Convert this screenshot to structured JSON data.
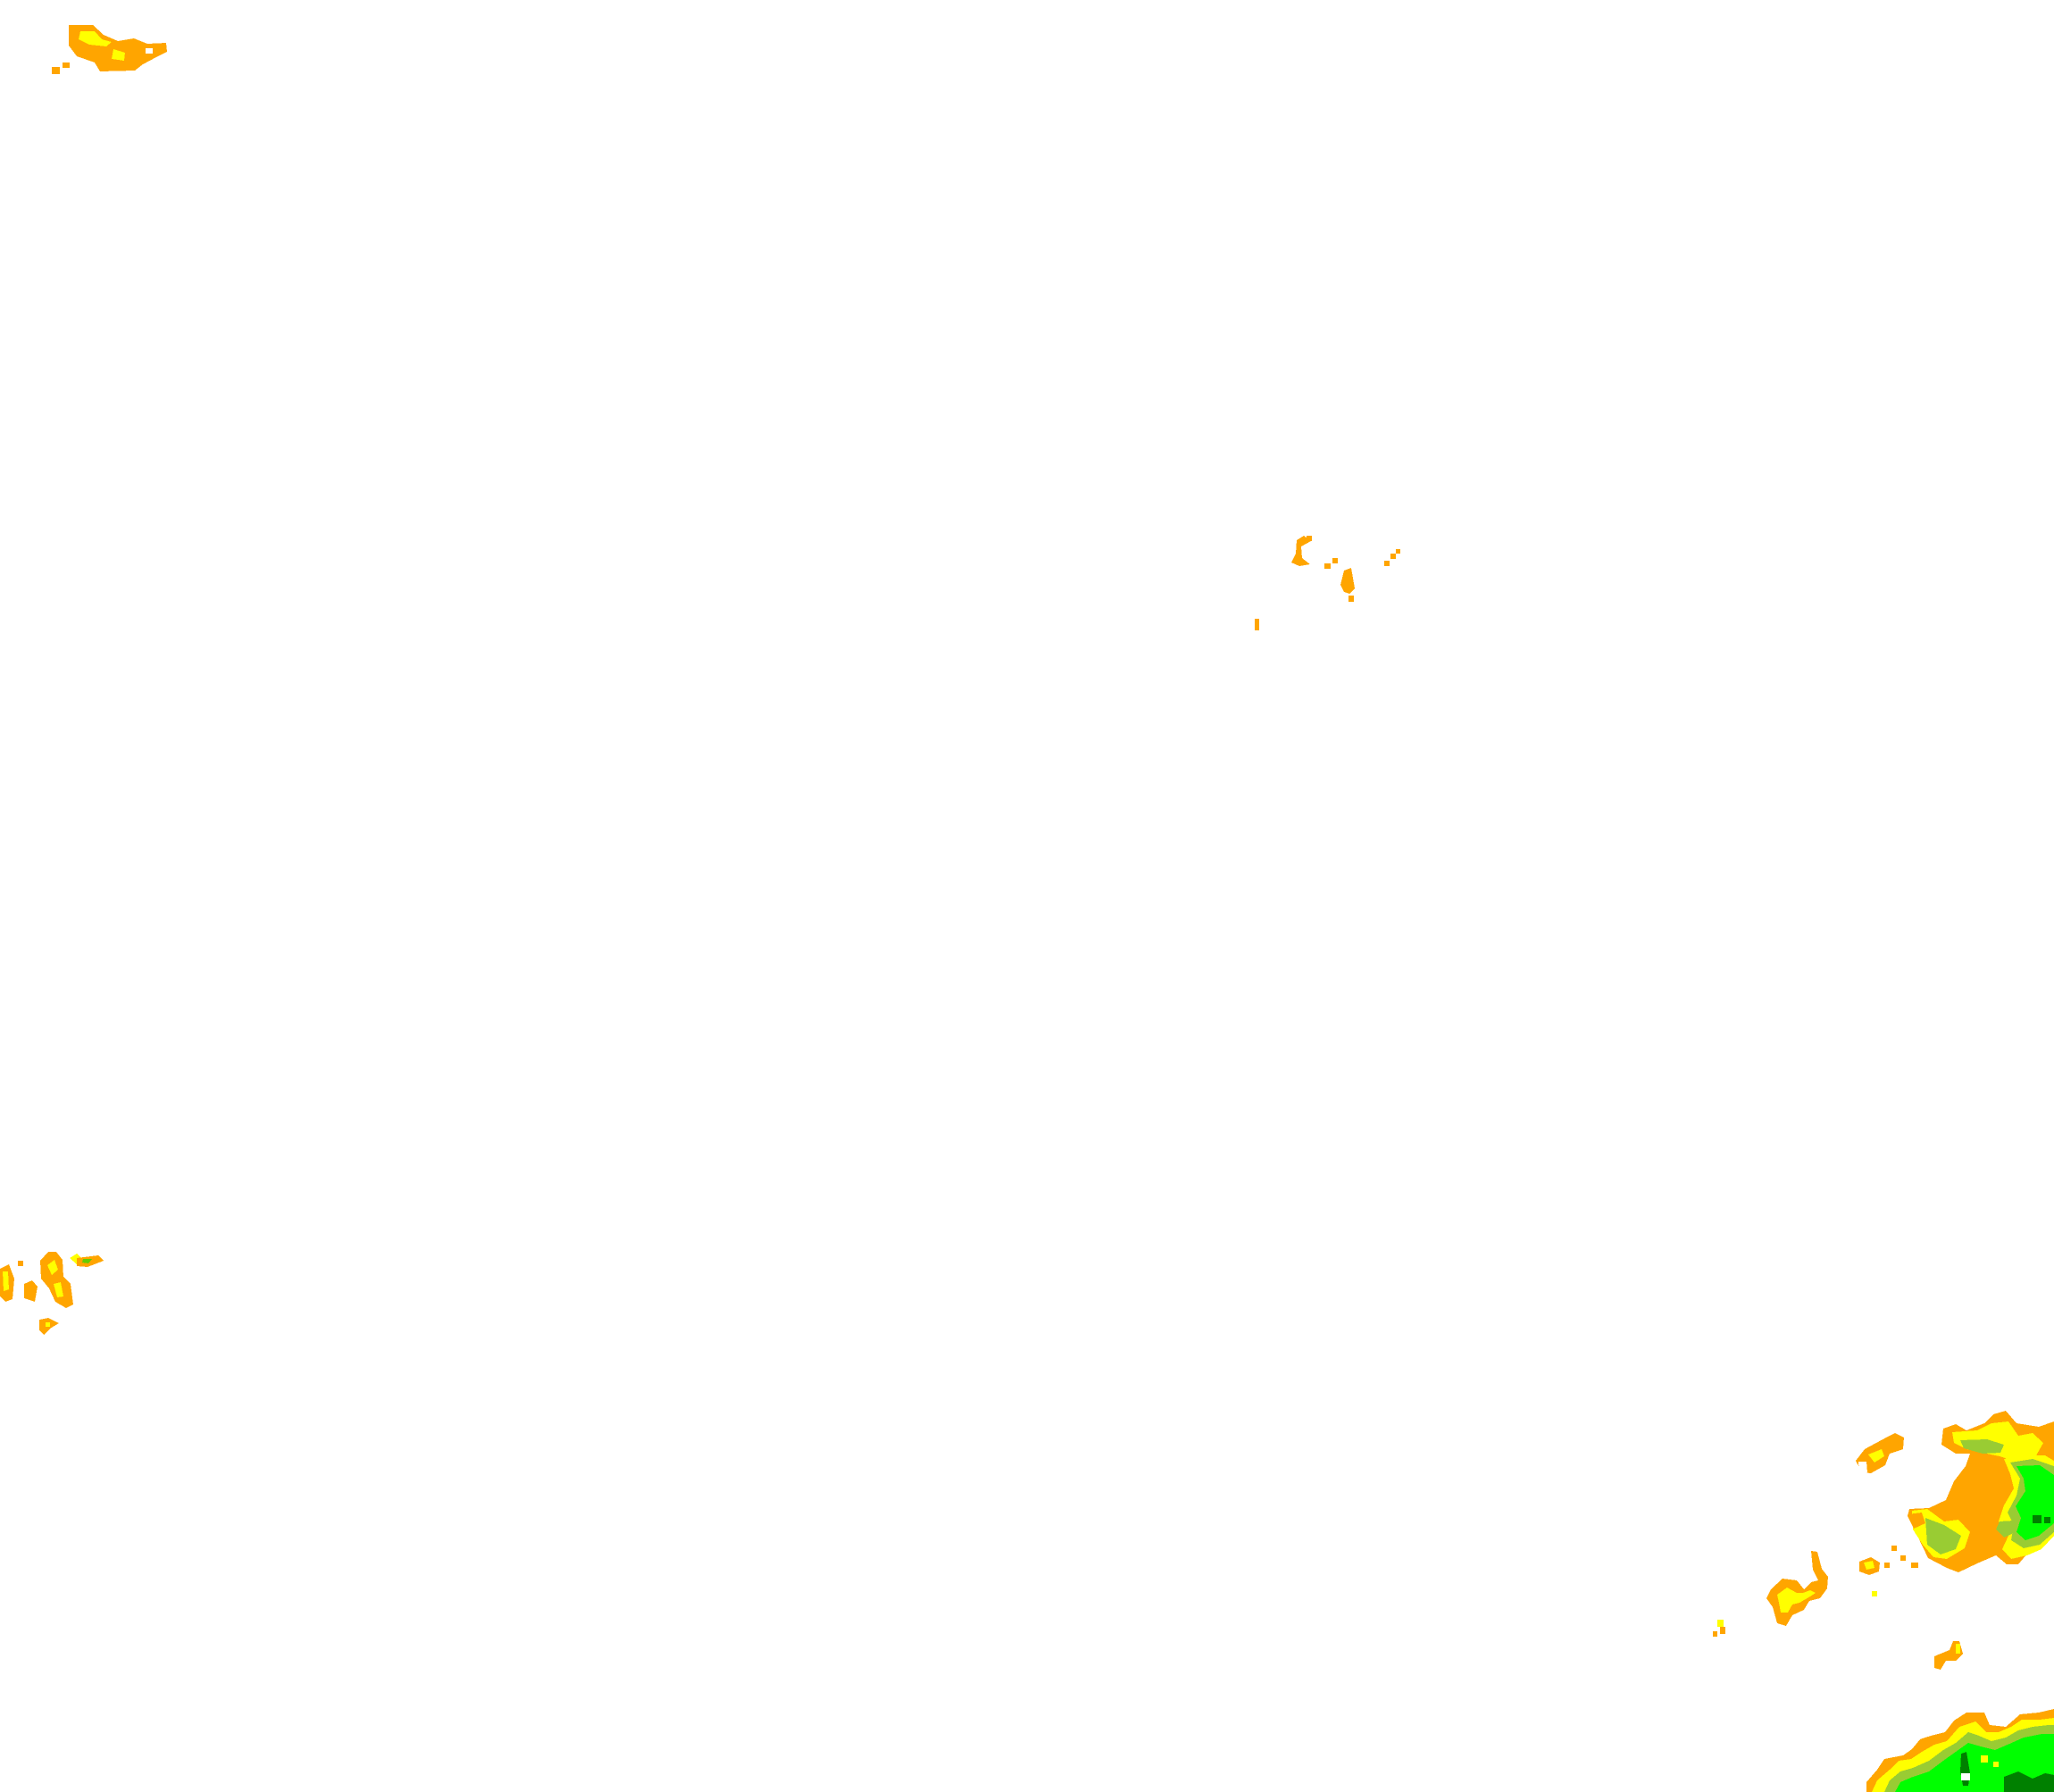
{
  "map": {
    "background": "#ffffff",
    "layer": "precipitation-radar-overlay",
    "legend_colors": {
      "light": "#ffa500",
      "light_moderate": "#ffff00",
      "moderate": "#99cc33",
      "heavy": "#00ff00",
      "very_heavy": "#008000",
      "extreme": "#004d00"
    },
    "echo_clusters": [
      "northwest-echo",
      "central-echo",
      "west-echo",
      "southeast-echo-upper",
      "southeast-echo-lower"
    ]
  }
}
